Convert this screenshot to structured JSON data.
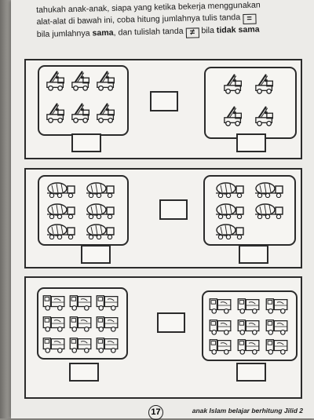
{
  "instructions": {
    "line1": "tahukah anak-anak, siapa yang ketika bekerja menggunakan",
    "line2": "alat-alat di bawah ini, coba hitung jumlahnya tulis tanda",
    "line3_a": "bila jumlahnya ",
    "line3_bold1": "sama",
    "line3_b": ", dan tulislah tanda",
    "line3_c": " bila ",
    "line3_bold2": "tidak sama",
    "symbol_equal": "=",
    "symbol_not_equal": "≠"
  },
  "rows": [
    {
      "left_item": "crane-truck-icon",
      "left_count": 6,
      "right_item": "crane-truck-icon",
      "right_count": 4
    },
    {
      "left_item": "cement-mixer-icon",
      "left_count": 6,
      "right_item": "cement-mixer-icon",
      "right_count": 5
    },
    {
      "left_item": "dump-truck-icon",
      "left_count": 9,
      "right_item": "dump-truck-icon",
      "right_count": 9
    }
  ],
  "footer": {
    "page_number": "17",
    "series_title": "anak Islam belajar berhitung Jilid 2"
  }
}
